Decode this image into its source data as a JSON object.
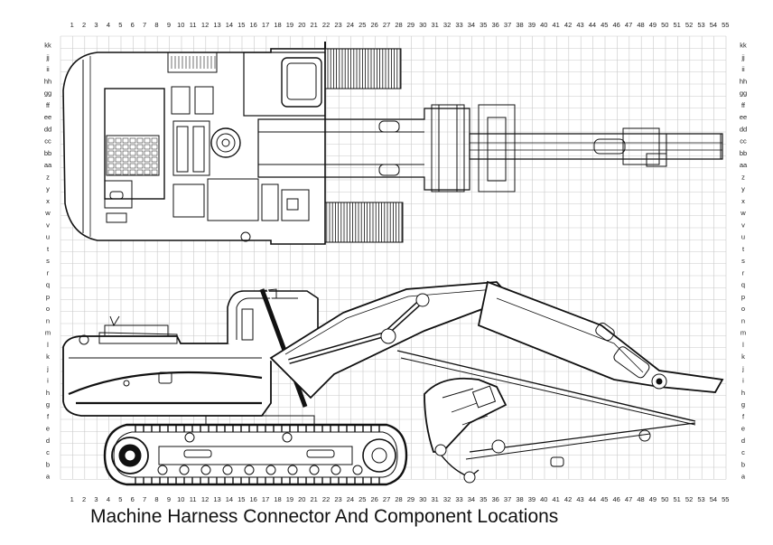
{
  "caption": "Machine Harness Connector And Component Locations",
  "grid": {
    "columns": [
      "1",
      "2",
      "3",
      "4",
      "5",
      "6",
      "7",
      "8",
      "9",
      "10",
      "11",
      "12",
      "13",
      "14",
      "15",
      "16",
      "17",
      "18",
      "19",
      "20",
      "21",
      "22",
      "23",
      "24",
      "25",
      "26",
      "27",
      "28",
      "29",
      "30",
      "31",
      "32",
      "33",
      "34",
      "35",
      "36",
      "37",
      "38",
      "39",
      "40",
      "41",
      "42",
      "43",
      "44",
      "45",
      "46",
      "47",
      "48",
      "49",
      "50",
      "51",
      "52",
      "53",
      "54",
      "55"
    ],
    "rows": [
      "kk",
      "jj",
      "ii",
      "hh",
      "gg",
      "ff",
      "ee",
      "dd",
      "cc",
      "bb",
      "aa",
      "z",
      "y",
      "x",
      "w",
      "v",
      "u",
      "t",
      "s",
      "r",
      "q",
      "p",
      "o",
      "n",
      "m",
      "l",
      "k",
      "j",
      "i",
      "h",
      "g",
      "f",
      "e",
      "d",
      "c",
      "b",
      "a"
    ]
  },
  "colors": {
    "grid": "#c9c9c9",
    "ink": "#111111"
  }
}
